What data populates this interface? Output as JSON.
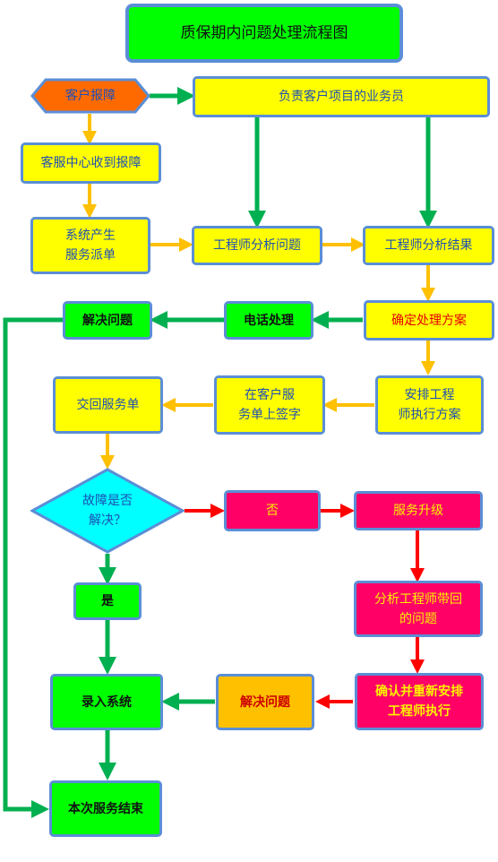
{
  "title": "质保期内问题处理流程图",
  "nodes": {
    "customer_report": "客户报障",
    "salesperson": "负责客户项目的业务员",
    "service_center": "客服中心收到报障",
    "system_dispatch": "系统产生\n服务派单",
    "engineer_analyze": "工程师分析问题",
    "engineer_result": "工程师分析结果",
    "confirm_plan": "确定处理方案",
    "phone_handle": "电话处理",
    "solve_1": "解决问题",
    "arrange_engineer": "安排工程\n师执行方案",
    "customer_sign": "在客户服\n务单上签字",
    "return_ticket": "交回服务单",
    "fault_solved": "故障是否\n解决？",
    "no": "否",
    "upgrade": "服务升级",
    "analyze_problem": "分析工程师带回\n的问题",
    "yes": "是",
    "reconfirm": "确认并重新安排\n工程师执行",
    "solve_2": "解决问题",
    "enter_system": "录入系统",
    "end": "本次服务结束"
  },
  "colors": {
    "green_arrow": "#00b050",
    "orange_arrow": "#ffc000",
    "red_arrow": "#ff0000",
    "border": "#5b8ed6"
  }
}
